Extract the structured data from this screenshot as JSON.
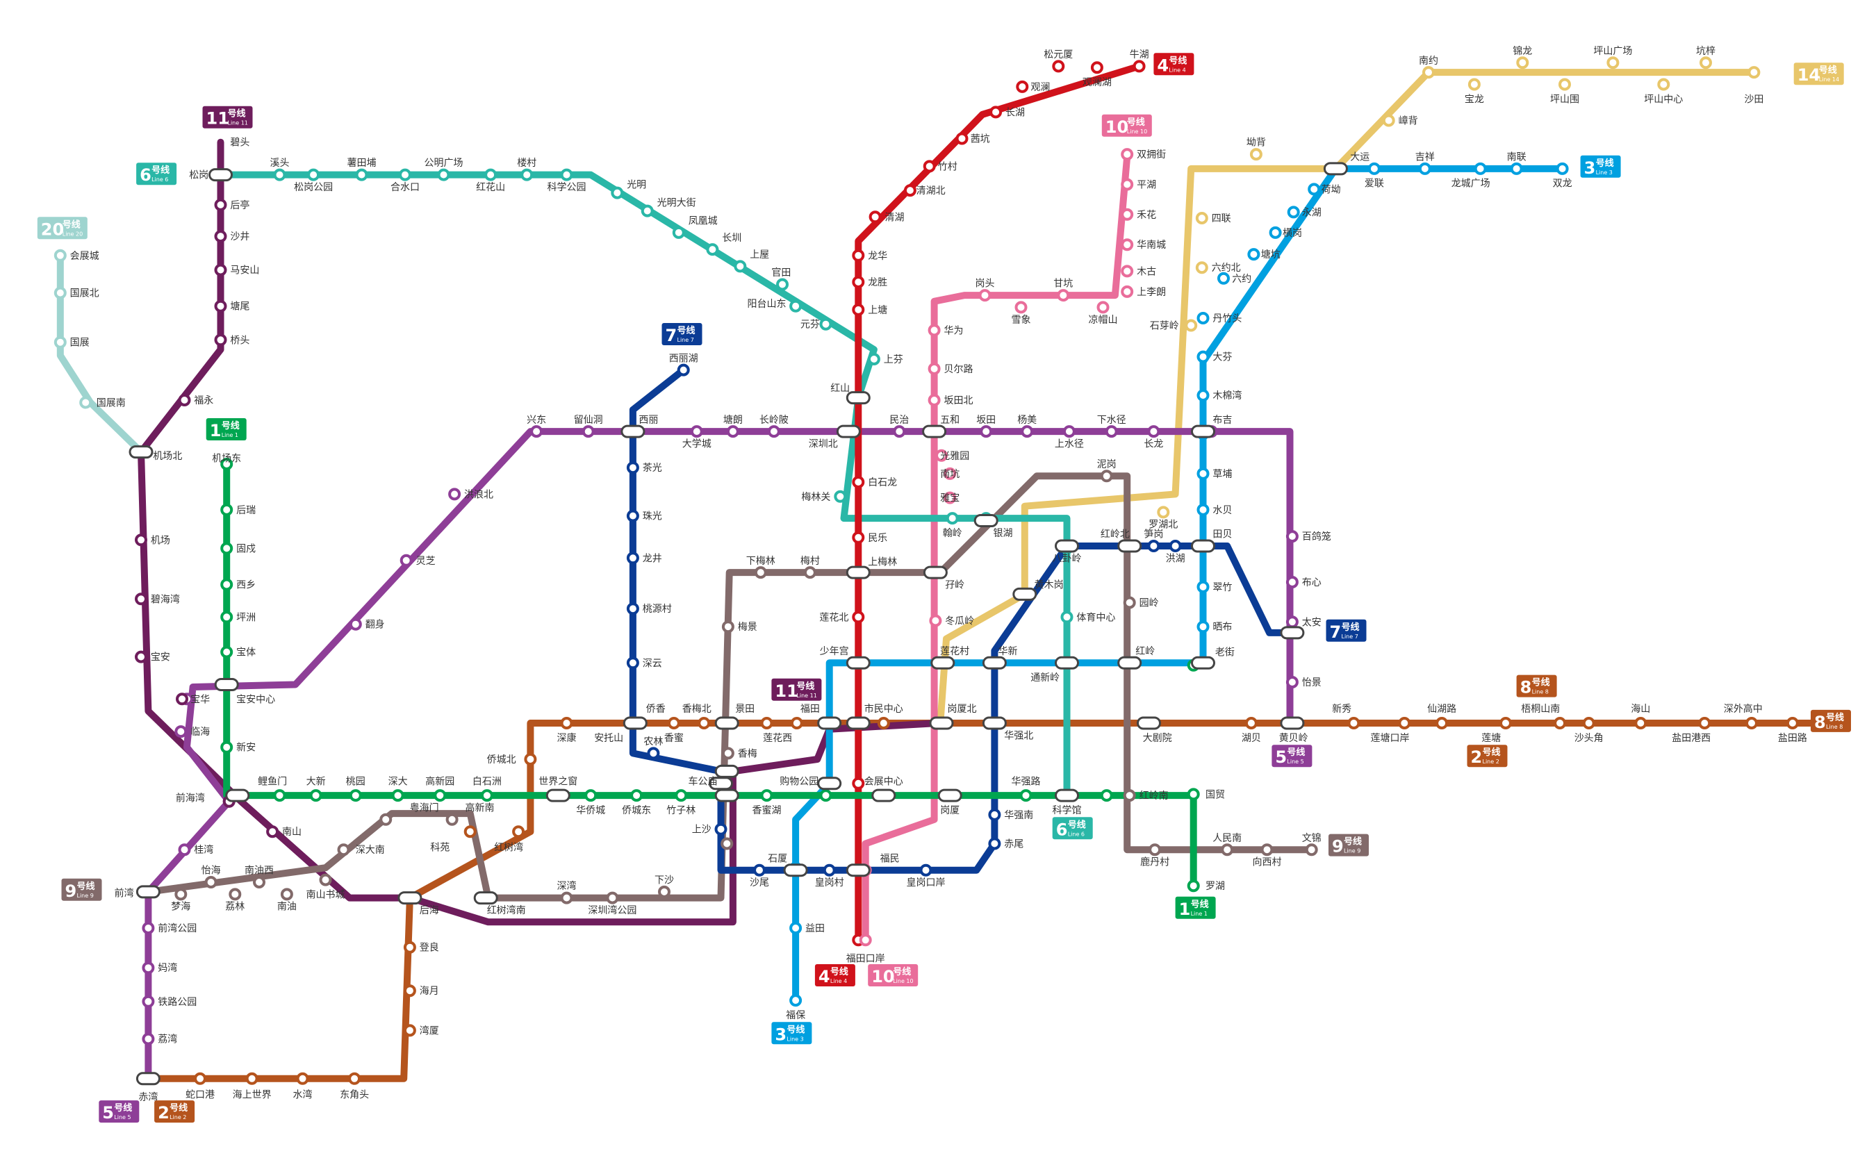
{
  "map_title": "",
  "lines": [
    {
      "id": "l1",
      "number": "1",
      "cn": "号线",
      "en": "Line 1",
      "color": "#00A650",
      "stations": [
        "机场东",
        "后瑞",
        "固戍",
        "西乡",
        "坪洲",
        "宝体",
        "宝安中心",
        "新安",
        "前海湾",
        "鲤鱼门",
        "大新",
        "桃园",
        "深大",
        "高新园",
        "白石洲",
        "世界之窗",
        "华侨城",
        "侨城东",
        "竹子林",
        "车公庙",
        "香蜜湖",
        "购物公园",
        "会展中心",
        "岗厦",
        "华强路",
        "科学馆",
        "大剧院",
        "老街",
        "国贸",
        "罗湖"
      ]
    },
    {
      "id": "l2",
      "number": "2",
      "cn": "号线",
      "en": "Line 2",
      "color": "#B5541D",
      "stations": [
        "赤湾",
        "蛇口港",
        "海上世界",
        "水湾",
        "东角头",
        "湾厦",
        "海月",
        "登良",
        "后海",
        "科苑",
        "红树湾",
        "世界之窗",
        "侨城北",
        "深康",
        "安托山",
        "侨香",
        "香蜜",
        "香梅北",
        "景田",
        "莲花西",
        "福田",
        "市民中心",
        "岗厦北",
        "湖贝",
        "黄贝岭",
        "新秀",
        "莲塘口岸",
        "仙湖路",
        "莲塘",
        "梧桐山南",
        "沙头角",
        "海山",
        "盐田港西",
        "深外高中",
        "盐田路"
      ]
    },
    {
      "id": "l3",
      "number": "3",
      "cn": "号线",
      "en": "Line 3",
      "color": "#00A0E0",
      "stations": [
        "福保",
        "益田",
        "石厦",
        "购物公园",
        "福田",
        "少年宫",
        "莲花村",
        "华新",
        "通新岭",
        "红岭",
        "老街",
        "晒布",
        "翠竹",
        "田贝",
        "水贝",
        "草埔",
        "布吉",
        "木棉湾",
        "大芬",
        "丹竹头",
        "六约",
        "塘坑",
        "横岗",
        "永湖",
        "荷坳",
        "大运",
        "爱联",
        "吉祥",
        "龙城广场",
        "南联",
        "双龙"
      ]
    },
    {
      "id": "l4",
      "number": "4",
      "cn": "号线",
      "en": "Line 4",
      "color": "#D0121B",
      "stations": [
        "福田口岸",
        "福民",
        "会展中心",
        "市民中心",
        "少年宫",
        "莲花北",
        "上梅林",
        "民乐",
        "白石龙",
        "深圳北",
        "红山",
        "上塘",
        "龙胜",
        "龙华",
        "清湖",
        "清湖北",
        "竹村",
        "茜坑",
        "长湖",
        "观澜",
        "松元厦",
        "观澜湖",
        "牛湖"
      ]
    },
    {
      "id": "l5",
      "number": "5",
      "cn": "号线",
      "en": "Line 5",
      "color": "#8E3E97",
      "stations": [
        "赤湾",
        "荔湾",
        "铁路公园",
        "妈湾",
        "前湾公园",
        "前湾",
        "桂湾",
        "前海湾",
        "临海",
        "宝华",
        "宝安中心",
        "翻身",
        "灵芝",
        "洪浪北",
        "兴东",
        "留仙洞",
        "西丽",
        "大学城",
        "塘朗",
        "长岭陂",
        "深圳北",
        "民治",
        "五和",
        "坂田",
        "杨美",
        "上水径",
        "下水径",
        "长龙",
        "布吉",
        "百鸽笼",
        "布心",
        "太安",
        "怡景",
        "黄贝岭"
      ]
    },
    {
      "id": "l6",
      "number": "6",
      "cn": "号线",
      "en": "Line 6",
      "color": "#2AB7A7",
      "stations": [
        "松岗",
        "溪头",
        "松岗公园",
        "薯田埔",
        "合水口",
        "公明广场",
        "红花山",
        "楼村",
        "科学公园",
        "光明",
        "光明大街",
        "凤凰城",
        "长圳",
        "上屋",
        "官田",
        "阳台山东",
        "元芬",
        "上芬",
        "红山",
        "深圳北",
        "梅林关",
        "翰岭",
        "银湖",
        "八卦岭",
        "体育中心",
        "通新岭",
        "科学馆"
      ]
    },
    {
      "id": "l7",
      "number": "7",
      "cn": "号线",
      "en": "Line 7",
      "color": "#0B3C95",
      "stations": [
        "西丽湖",
        "西丽",
        "茶光",
        "珠光",
        "龙井",
        "桃源村",
        "深云",
        "安托山",
        "农林",
        "车公庙",
        "上沙",
        "沙尾",
        "石厦",
        "皇岗村",
        "福民",
        "皇岗口岸",
        "赤尾",
        "华强南",
        "华强北",
        "华新",
        "黄木岗",
        "八卦岭",
        "红岭北",
        "笋岗",
        "洪湖",
        "田贝",
        "太安"
      ]
    },
    {
      "id": "l8",
      "number": "8",
      "cn": "号线",
      "en": "Line 8",
      "color": "#B5541D",
      "stations": []
    },
    {
      "id": "l9",
      "number": "9",
      "cn": "号线",
      "en": "Line 9",
      "color": "#826A6A",
      "stations": [
        "前湾",
        "梦海",
        "怡海",
        "荔林",
        "南油西",
        "南油",
        "南山书城",
        "深大南",
        "粤海门",
        "高新南",
        "红树湾南",
        "深湾",
        "深圳湾公园",
        "下沙",
        "车公庙",
        "香梅",
        "景田",
        "梅景",
        "下梅林",
        "梅村",
        "上梅林",
        "孖岭",
        "银湖",
        "泥岗",
        "红岭北",
        "园岭",
        "红岭",
        "红岭南",
        "鹿丹村",
        "人民南",
        "向西村",
        "文锦"
      ]
    },
    {
      "id": "l10",
      "number": "10",
      "cn": "号线",
      "en": "Line 10",
      "color": "#E96D9A",
      "stations": [
        "福田口岸",
        "福民",
        "岗厦",
        "莲花村",
        "冬瓜岭",
        "孖岭",
        "雅宝",
        "南坑",
        "光雅园",
        "五和",
        "坂田北",
        "贝尔路",
        "华为",
        "岗头",
        "雪象",
        "甘坑",
        "凉帽山",
        "上李朗",
        "木古",
        "华南城",
        "禾花",
        "平湖",
        "双拥街"
      ]
    },
    {
      "id": "l11",
      "number": "11",
      "cn": "号线",
      "en": "Line 11",
      "color": "#6E1D5C",
      "stations": [
        "岗厦北",
        "福田",
        "车公庙",
        "红树湾南",
        "后海",
        "南山",
        "前海湾",
        "宝安",
        "碧海湾",
        "机场",
        "机场北",
        "福永",
        "桥头",
        "塘尾",
        "马安山",
        "沙井",
        "后亭",
        "松岗",
        "碧头"
      ]
    },
    {
      "id": "l14",
      "number": "14",
      "cn": "号线",
      "en": "Line 14",
      "color": "#E8C66A",
      "stations": [
        "岗厦北",
        "黄木岗",
        "罗湖北",
        "布吉",
        "石芽岭",
        "六约北",
        "四联",
        "坳背",
        "大运",
        "嶂背",
        "南约",
        "宝龙",
        "锦龙",
        "坪山围",
        "坪山广场",
        "坪山中心",
        "坑梓",
        "沙田"
      ]
    },
    {
      "id": "l20",
      "number": "20",
      "cn": "号线",
      "en": "Line 20",
      "color": "#9ED4CF",
      "stations": [
        "会展城",
        "国展北",
        "国展",
        "国展南",
        "机场北"
      ]
    }
  ]
}
